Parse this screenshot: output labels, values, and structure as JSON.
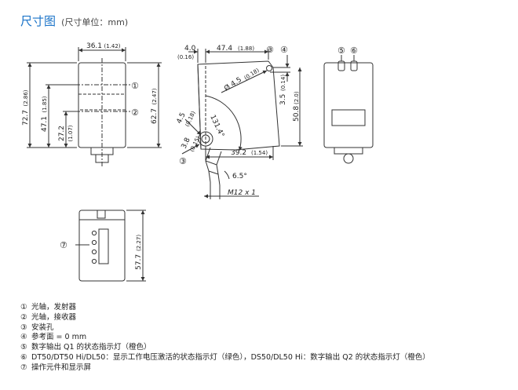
{
  "title": {
    "main": "尺寸图",
    "sub": "(尺寸单位：mm)"
  },
  "dims": {
    "w_front": "36.1",
    "w_front_in": "(1.42)",
    "h_total": "72.7",
    "h_total_in": "(2.86)",
    "h_471": "47.1",
    "h_471_in": "(1.85)",
    "h_272": "27.2",
    "h_272_in": "(1.07)",
    "h_627": "62.7",
    "h_627_in": "(2.47)",
    "d_40": "4.0",
    "d_40_in": "(0.16)",
    "d_474": "47.4",
    "d_474_in": "(1.88)",
    "d_hole": "Ø 4.5",
    "d_hole_in": "(0.18)",
    "d_35": "3.5",
    "d_35_in": "(0.14)",
    "d_508": "50.8",
    "d_508_in": "(2.0)",
    "d_45": "4.5",
    "d_45_in": "(0.18)",
    "d_38": "3.8",
    "d_38_in": "(0.15)",
    "angle_main": "131.4°",
    "d_392": "39.2",
    "d_392_in": "(1.54)",
    "angle_small": "6.5°",
    "thread": "M12 x 1",
    "d_577": "57.7",
    "d_577_in": "(2.27)"
  },
  "markers": {
    "m1": "①",
    "m2": "②",
    "m3": "③",
    "m4": "④",
    "m5": "⑤",
    "m6": "⑥",
    "m7": "⑦"
  },
  "legend": [
    {
      "marker": "①",
      "text": "光轴，发射器"
    },
    {
      "marker": "②",
      "text": "光轴，接收器"
    },
    {
      "marker": "③",
      "text": "安装孔"
    },
    {
      "marker": "④",
      "text": "参考面 = 0 mm"
    },
    {
      "marker": "⑤",
      "text": "数字输出 Q1 的状态指示灯（橙色）"
    },
    {
      "marker": "⑥",
      "text": "DT50/DT50 Hi/DL50：显示工作电压激活的状态指示灯（绿色），DS50/DL50 Hi：数字输出 Q2 的状态指示灯（橙色）"
    },
    {
      "marker": "⑦",
      "text": "操作元件和显示屏"
    }
  ]
}
